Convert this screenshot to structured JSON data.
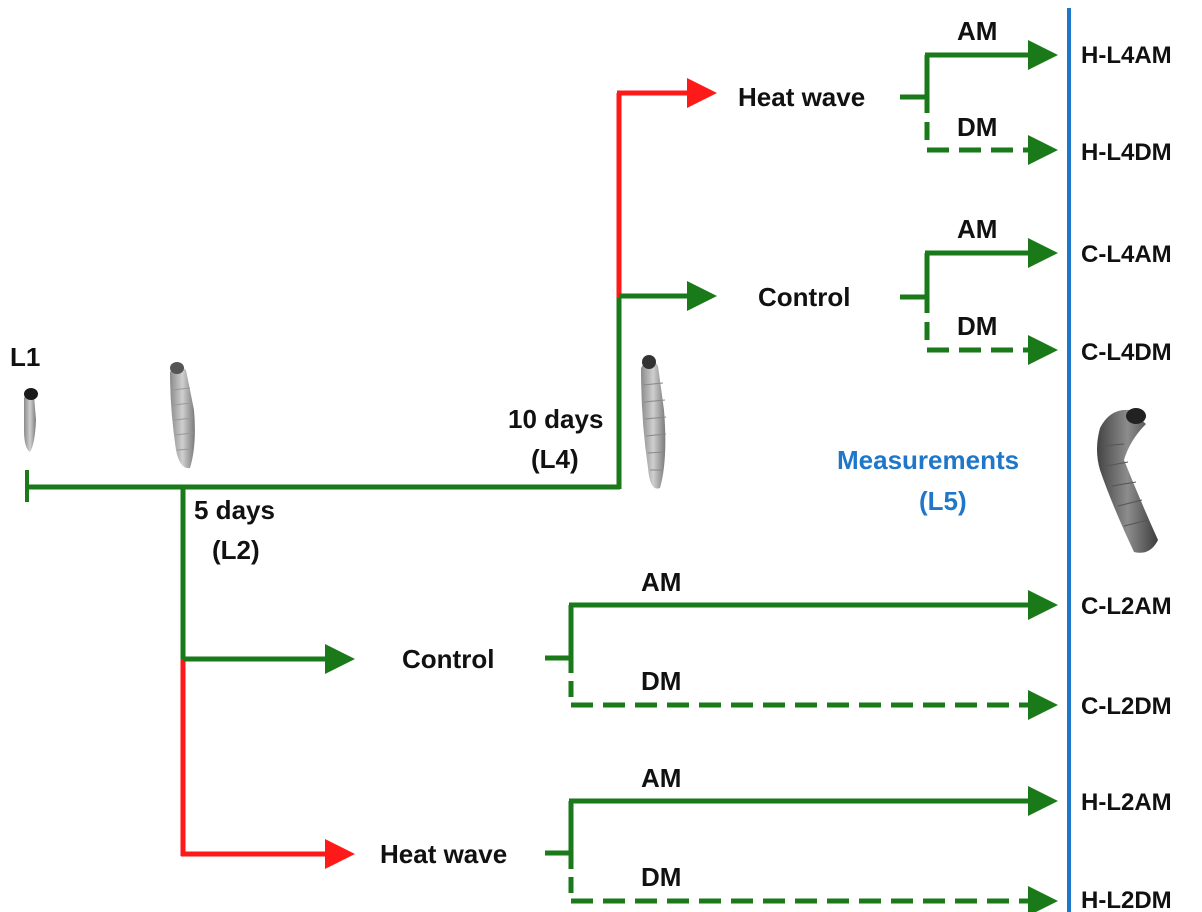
{
  "colors": {
    "green": "#1a7a1a",
    "red": "#ff1a1a",
    "blue": "#1f77c9",
    "text": "#111111"
  },
  "labels": {
    "start": "L1",
    "day5": "5 days",
    "day5_stage": "(L2)",
    "day10": "10 days",
    "day10_stage": "(L4)",
    "measurements": "Measurements",
    "measurements_stage": "(L5)"
  },
  "l4_branch": {
    "heat": {
      "label": "Heat wave",
      "am_label": "AM",
      "dm_label": "DM",
      "am_end": "H-L4AM",
      "dm_end": "H-L4DM"
    },
    "control": {
      "label": "Control",
      "am_label": "AM",
      "dm_label": "DM",
      "am_end": "C-L4AM",
      "dm_end": "C-L4DM"
    }
  },
  "l2_branch": {
    "control": {
      "label": "Control",
      "am_label": "AM",
      "dm_label": "DM",
      "am_end": "C-L2AM",
      "dm_end": "C-L2DM"
    },
    "heat": {
      "label": "Heat wave",
      "am_label": "AM",
      "dm_label": "DM",
      "am_end": "H-L2AM",
      "dm_end": "H-L2DM"
    }
  },
  "larva_icons": [
    "larva-l1-icon",
    "larva-l2-icon",
    "larva-l4-icon",
    "larva-l5-icon"
  ]
}
